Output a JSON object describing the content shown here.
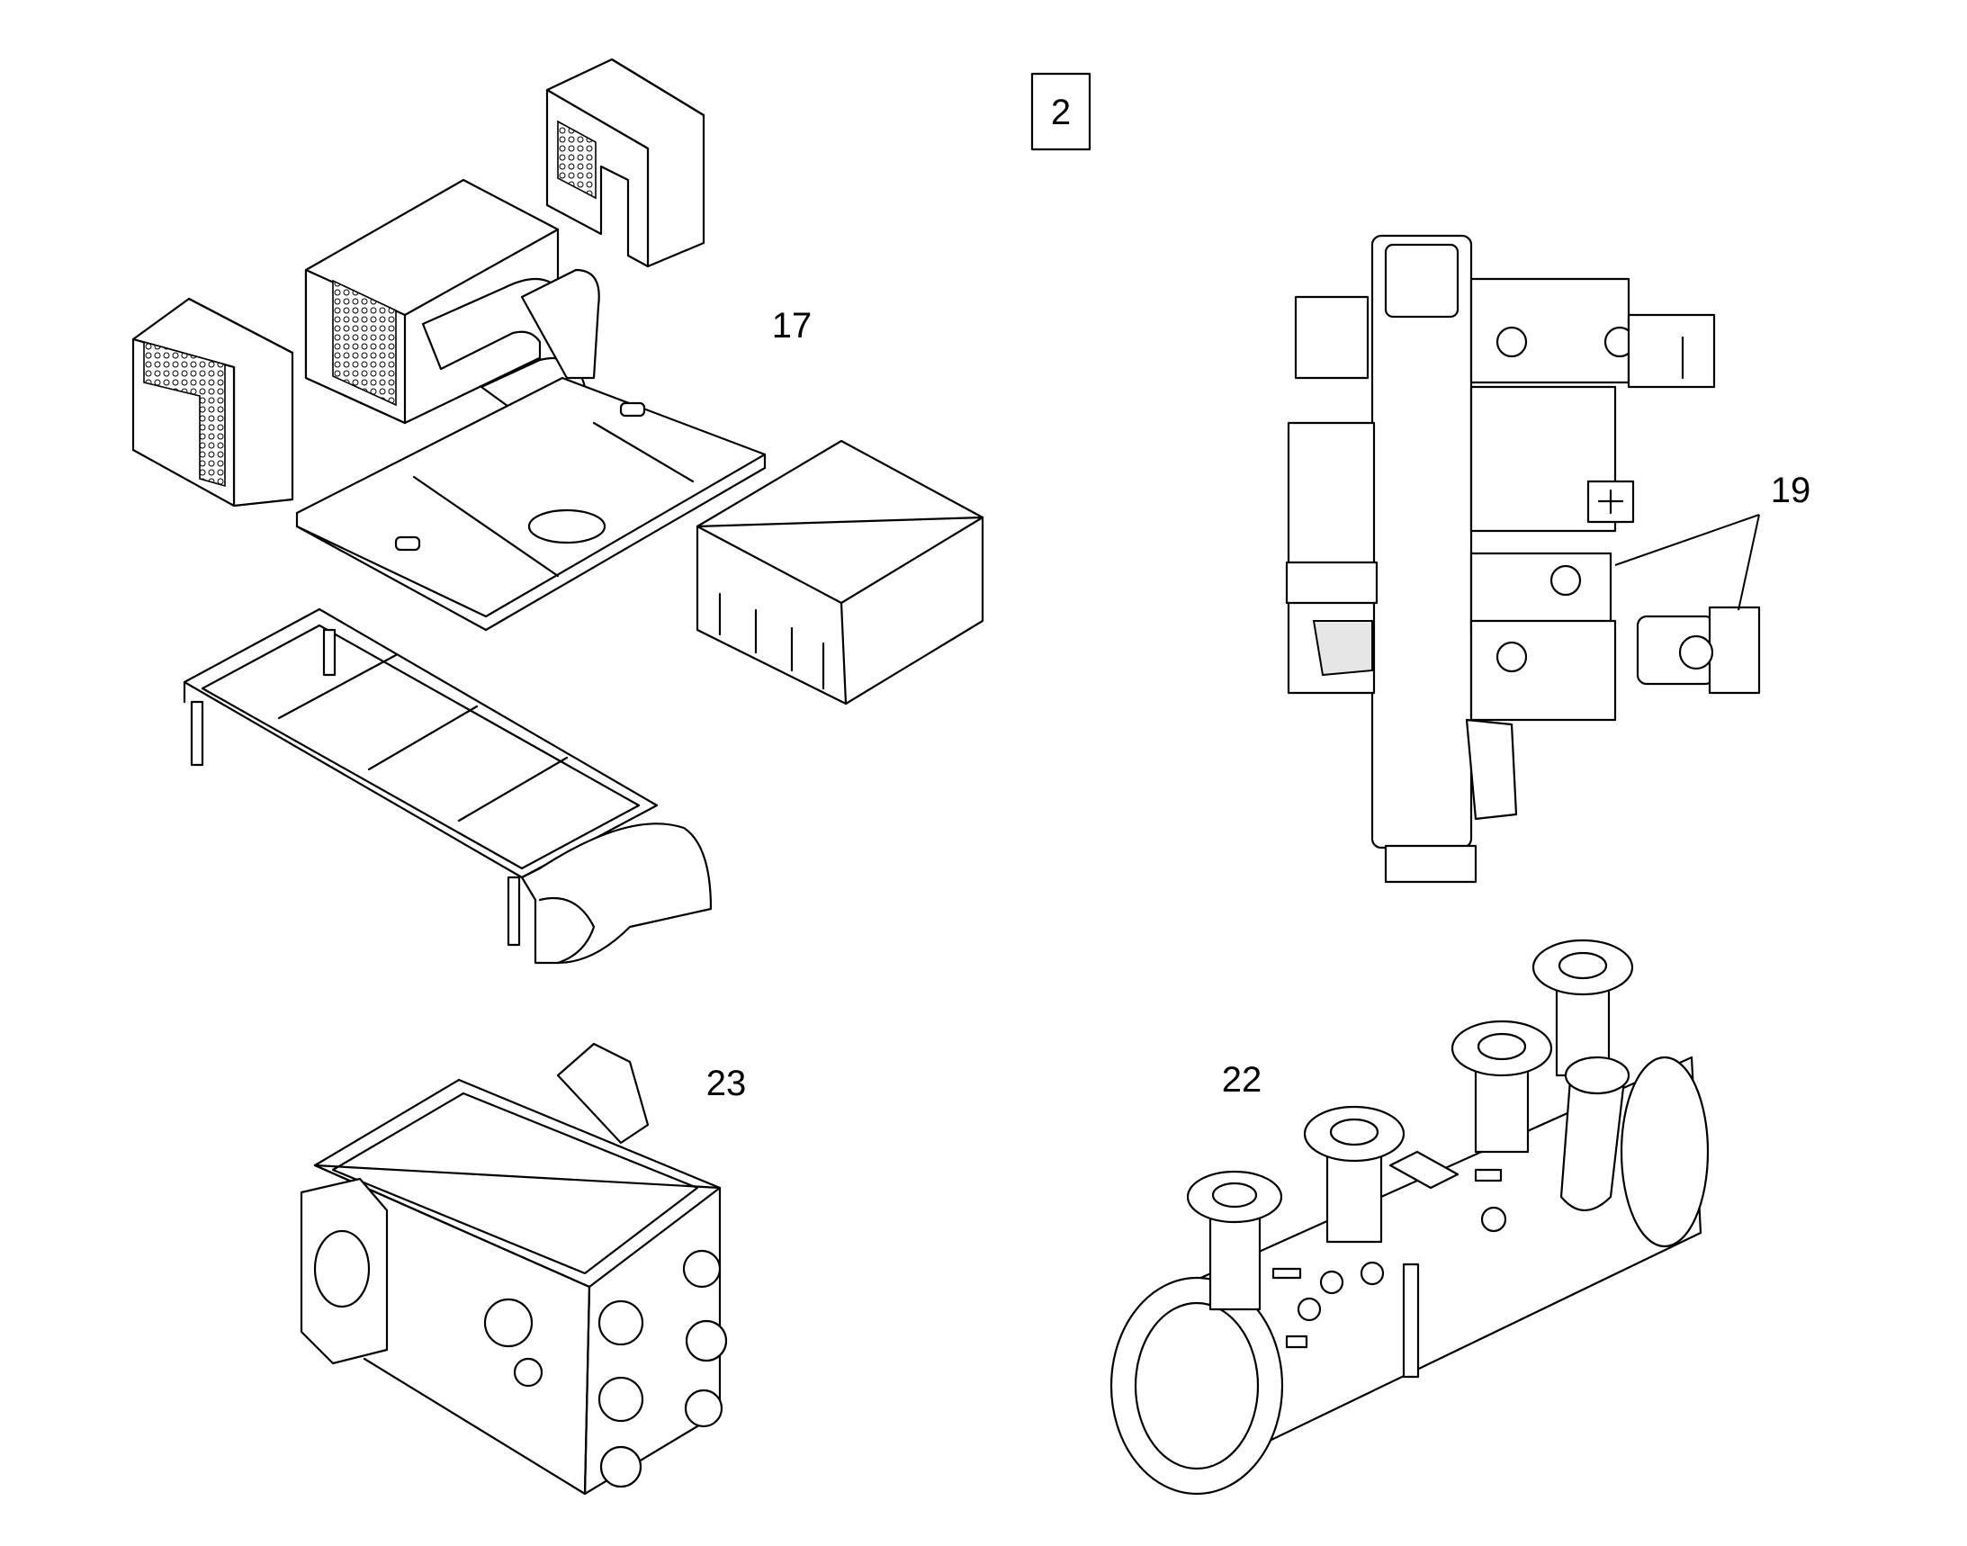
{
  "sheet": {
    "number": "2"
  },
  "callouts": [
    {
      "id": "c17",
      "label": "17"
    },
    {
      "id": "c19",
      "label": "19"
    },
    {
      "id": "c23",
      "label": "23"
    },
    {
      "id": "c22",
      "label": "22"
    }
  ]
}
